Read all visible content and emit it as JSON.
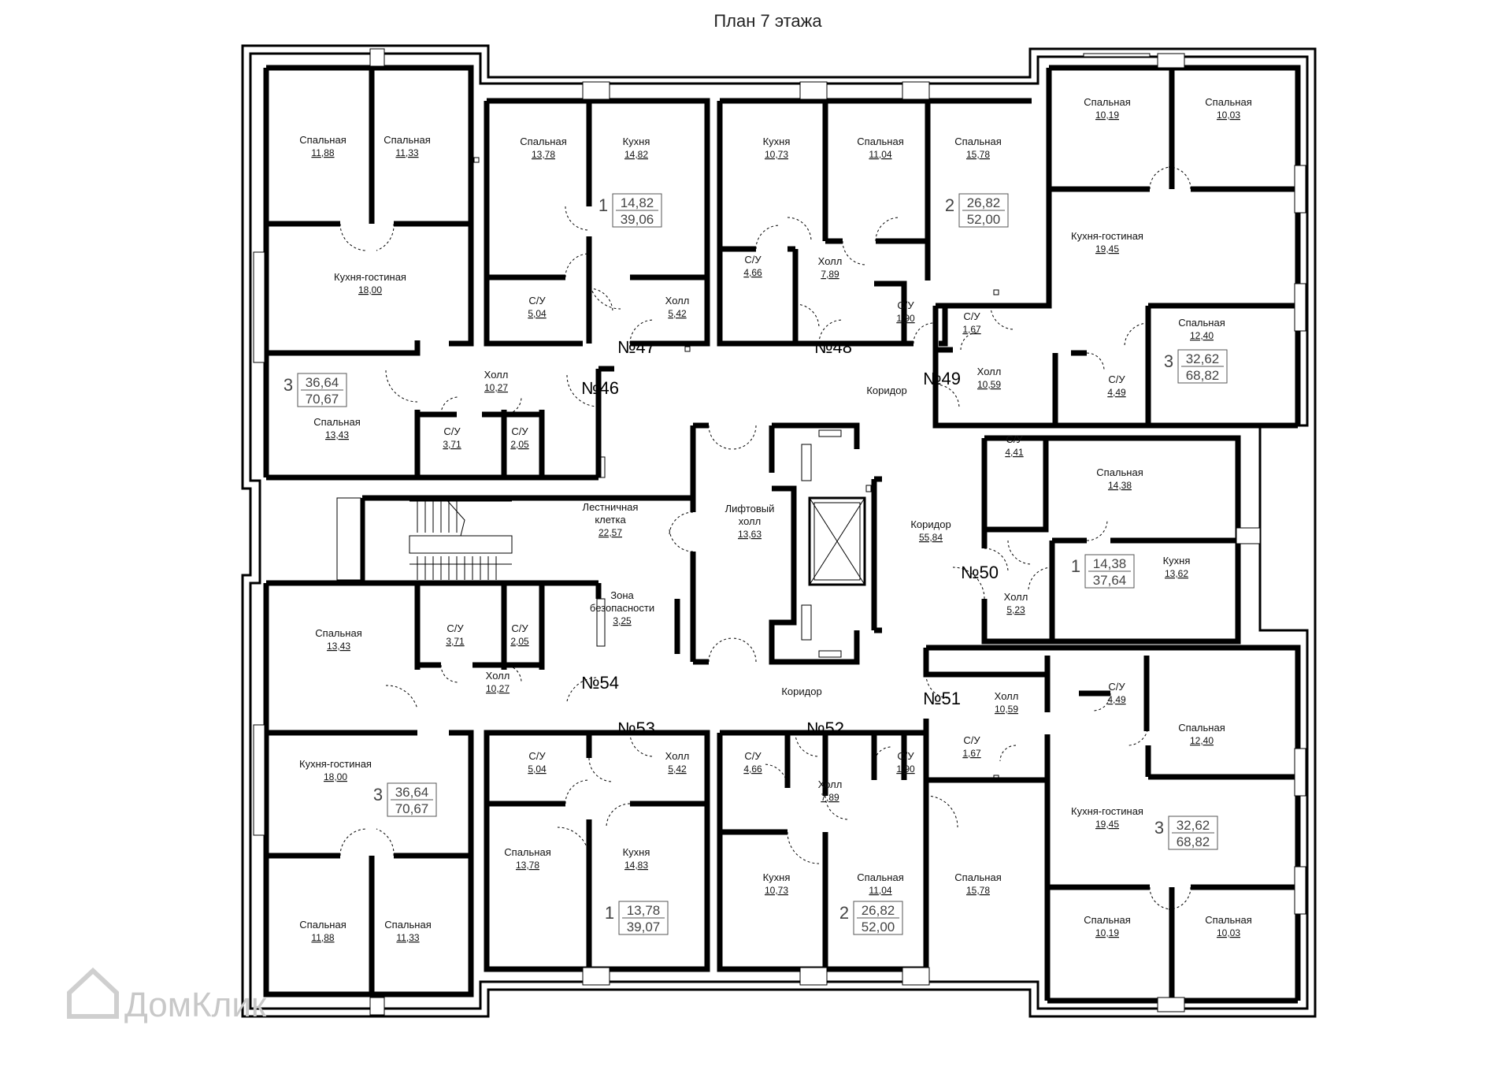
{
  "title": "План 7 этажа",
  "watermark": "ДомКлик",
  "apartments": [
    {
      "no": "№46",
      "badge": {
        "rooms": "3",
        "living": "36,64",
        "total": "70,67"
      }
    },
    {
      "no": "№47",
      "badge": {
        "rooms": "1",
        "living": "14,82",
        "total": "39,06"
      }
    },
    {
      "no": "№48",
      "badge": {
        "rooms": "2",
        "living": "26,82",
        "total": "52,00"
      }
    },
    {
      "no": "№49",
      "badge": {
        "rooms": "3",
        "living": "32,62",
        "total": "68,82"
      }
    },
    {
      "no": "№50",
      "badge": {
        "rooms": "1",
        "living": "14,38",
        "total": "37,64"
      }
    },
    {
      "no": "№51",
      "badge": {
        "rooms": "3",
        "living": "32,62",
        "total": "68,82"
      }
    },
    {
      "no": "№52",
      "badge": {
        "rooms": "2",
        "living": "26,82",
        "total": "52,00"
      }
    },
    {
      "no": "№53",
      "badge": {
        "rooms": "1",
        "living": "13,78",
        "total": "39,07"
      }
    },
    {
      "no": "№54",
      "badge": {
        "rooms": "3",
        "living": "36,64",
        "total": "70,67"
      }
    }
  ],
  "rooms": [
    {
      "name": "Спальная",
      "area": "11,88"
    },
    {
      "name": "Спальная",
      "area": "11,33"
    },
    {
      "name": "Кухня-гостиная",
      "area": "18,00"
    },
    {
      "name": "Спальная",
      "area": "13,43"
    },
    {
      "name": "С/У",
      "area": "3,71"
    },
    {
      "name": "С/У",
      "area": "2,05"
    },
    {
      "name": "Холл",
      "area": "10,27"
    },
    {
      "name": "Спальная",
      "area": "13,78"
    },
    {
      "name": "Кухня",
      "area": "14,82"
    },
    {
      "name": "С/У",
      "area": "5,04"
    },
    {
      "name": "Холл",
      "area": "5,42"
    },
    {
      "name": "Кухня",
      "area": "10,73"
    },
    {
      "name": "Спальная",
      "area": "11,04"
    },
    {
      "name": "Спальная",
      "area": "15,78"
    },
    {
      "name": "С/У",
      "area": "4,66"
    },
    {
      "name": "Холл",
      "area": "7,89"
    },
    {
      "name": "С/У",
      "area": "1,90"
    },
    {
      "name": "Спальная",
      "area": "10,19"
    },
    {
      "name": "Спальная",
      "area": "10,03"
    },
    {
      "name": "Кухня-гостиная",
      "area": "19,45"
    },
    {
      "name": "С/У",
      "area": "1,67"
    },
    {
      "name": "Спальная",
      "area": "12,40"
    },
    {
      "name": "Холл",
      "area": "10,59"
    },
    {
      "name": "С/У",
      "area": "4,49"
    },
    {
      "name": "Коридор",
      "area": ""
    },
    {
      "name": "С/У",
      "area": "4,41"
    },
    {
      "name": "Спальная",
      "area": "14,38"
    },
    {
      "name": "Кухня",
      "area": "13,62"
    },
    {
      "name": "Холл",
      "area": "5,23"
    },
    {
      "name": "Коридор",
      "area": "55,84"
    },
    {
      "name": "Лестничная клетка",
      "area": "22,57"
    },
    {
      "name": "Лифтовый холл",
      "area": "13,63"
    },
    {
      "name": "Зона безопасности",
      "area": "3,25"
    },
    {
      "name": "Спальная",
      "area": "13,43"
    },
    {
      "name": "С/У",
      "area": "3,71"
    },
    {
      "name": "С/У",
      "area": "2,05"
    },
    {
      "name": "Холл",
      "area": "10,27"
    },
    {
      "name": "Коридор",
      "area": ""
    },
    {
      "name": "Кухня-гостиная",
      "area": "18,00"
    },
    {
      "name": "Спальная",
      "area": "11,88"
    },
    {
      "name": "Спальная",
      "area": "11,33"
    },
    {
      "name": "С/У",
      "area": "5,04"
    },
    {
      "name": "Холл",
      "area": "5,42"
    },
    {
      "name": "Спальная",
      "area": "13,78"
    },
    {
      "name": "Кухня",
      "area": "14,83"
    },
    {
      "name": "С/У",
      "area": "4,66"
    },
    {
      "name": "Холл",
      "area": "7,89"
    },
    {
      "name": "С/У",
      "area": "1,90"
    },
    {
      "name": "Кухня",
      "area": "10,73"
    },
    {
      "name": "Спальная",
      "area": "11,04"
    },
    {
      "name": "Спальная",
      "area": "15,78"
    },
    {
      "name": "С/У",
      "area": "4,49"
    },
    {
      "name": "Холл",
      "area": "10,59"
    },
    {
      "name": "С/У",
      "area": "1,67"
    },
    {
      "name": "Спальная",
      "area": "12,40"
    },
    {
      "name": "Кухня-гостиная",
      "area": "19,45"
    },
    {
      "name": "Спальная",
      "area": "10,19"
    },
    {
      "name": "Спальная",
      "area": "10,03"
    }
  ]
}
